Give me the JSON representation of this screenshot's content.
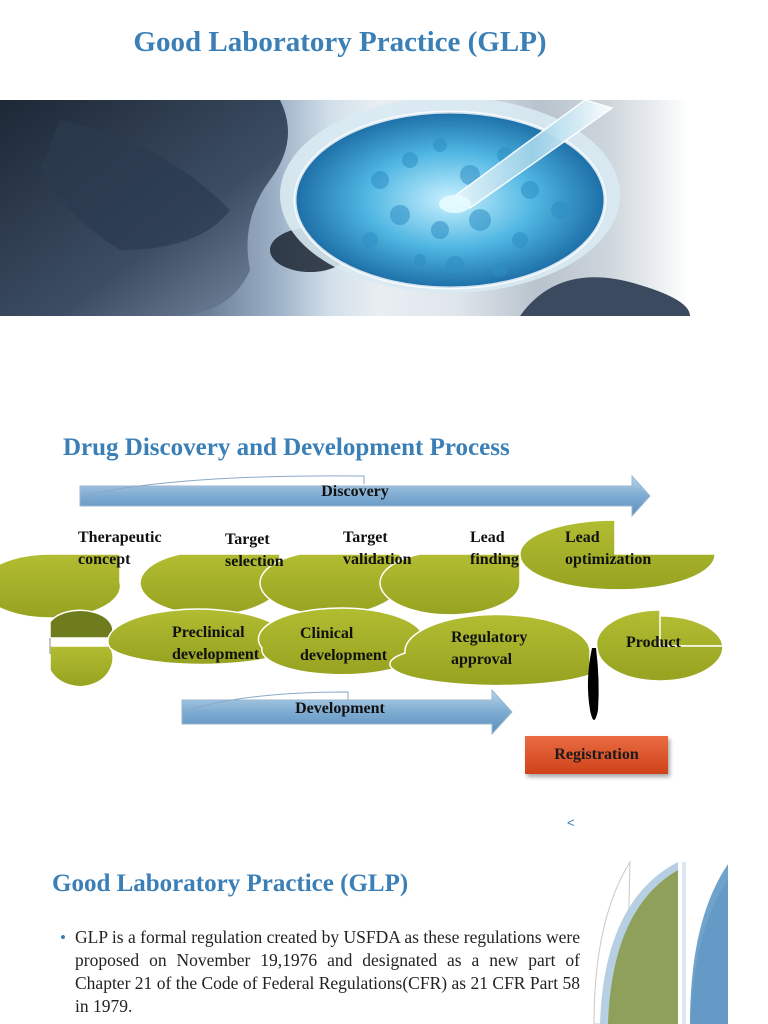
{
  "slides": [
    {
      "title": "Good Laboratory Practice (GLP)"
    },
    {
      "title": "Drug Discovery and Development Process",
      "discovery_arrow": "Discovery",
      "development_arrow": "Development",
      "discovery_steps": [
        {
          "line1": "Therapeutic",
          "line2": "concept"
        },
        {
          "line1": "Target",
          "line2": "selection"
        },
        {
          "line1": "Target",
          "line2": "validation"
        },
        {
          "line1": "Lead",
          "line2": "finding"
        },
        {
          "line1": "Lead",
          "line2": "optimization"
        }
      ],
      "development_steps": [
        {
          "line1": "Preclinical",
          "line2": "development"
        },
        {
          "line1": "Clinical",
          "line2": "development"
        },
        {
          "line1": "Regulatory",
          "line2": "approval"
        },
        {
          "line1": "Product",
          "line2": ""
        }
      ],
      "registration": "Registration",
      "marker": "<"
    },
    {
      "title": "Good Laboratory Practice (GLP)",
      "bullet_symbol": "•",
      "bullet": "GLP is a formal regulation created by USFDA as these regulations were proposed on November 19,1976 and designated  as a new part of Chapter 21 of the Code of Federal Regulations(CFR) as 21 CFR Part 58 in 1979."
    }
  ],
  "colors": {
    "title_blue": "#3b7fb7",
    "step_green": "#a3ae28",
    "dark_olive": "#6f7c1e",
    "arrow_blue": "#6fa0c8",
    "registration_orange": "#d9532a"
  }
}
